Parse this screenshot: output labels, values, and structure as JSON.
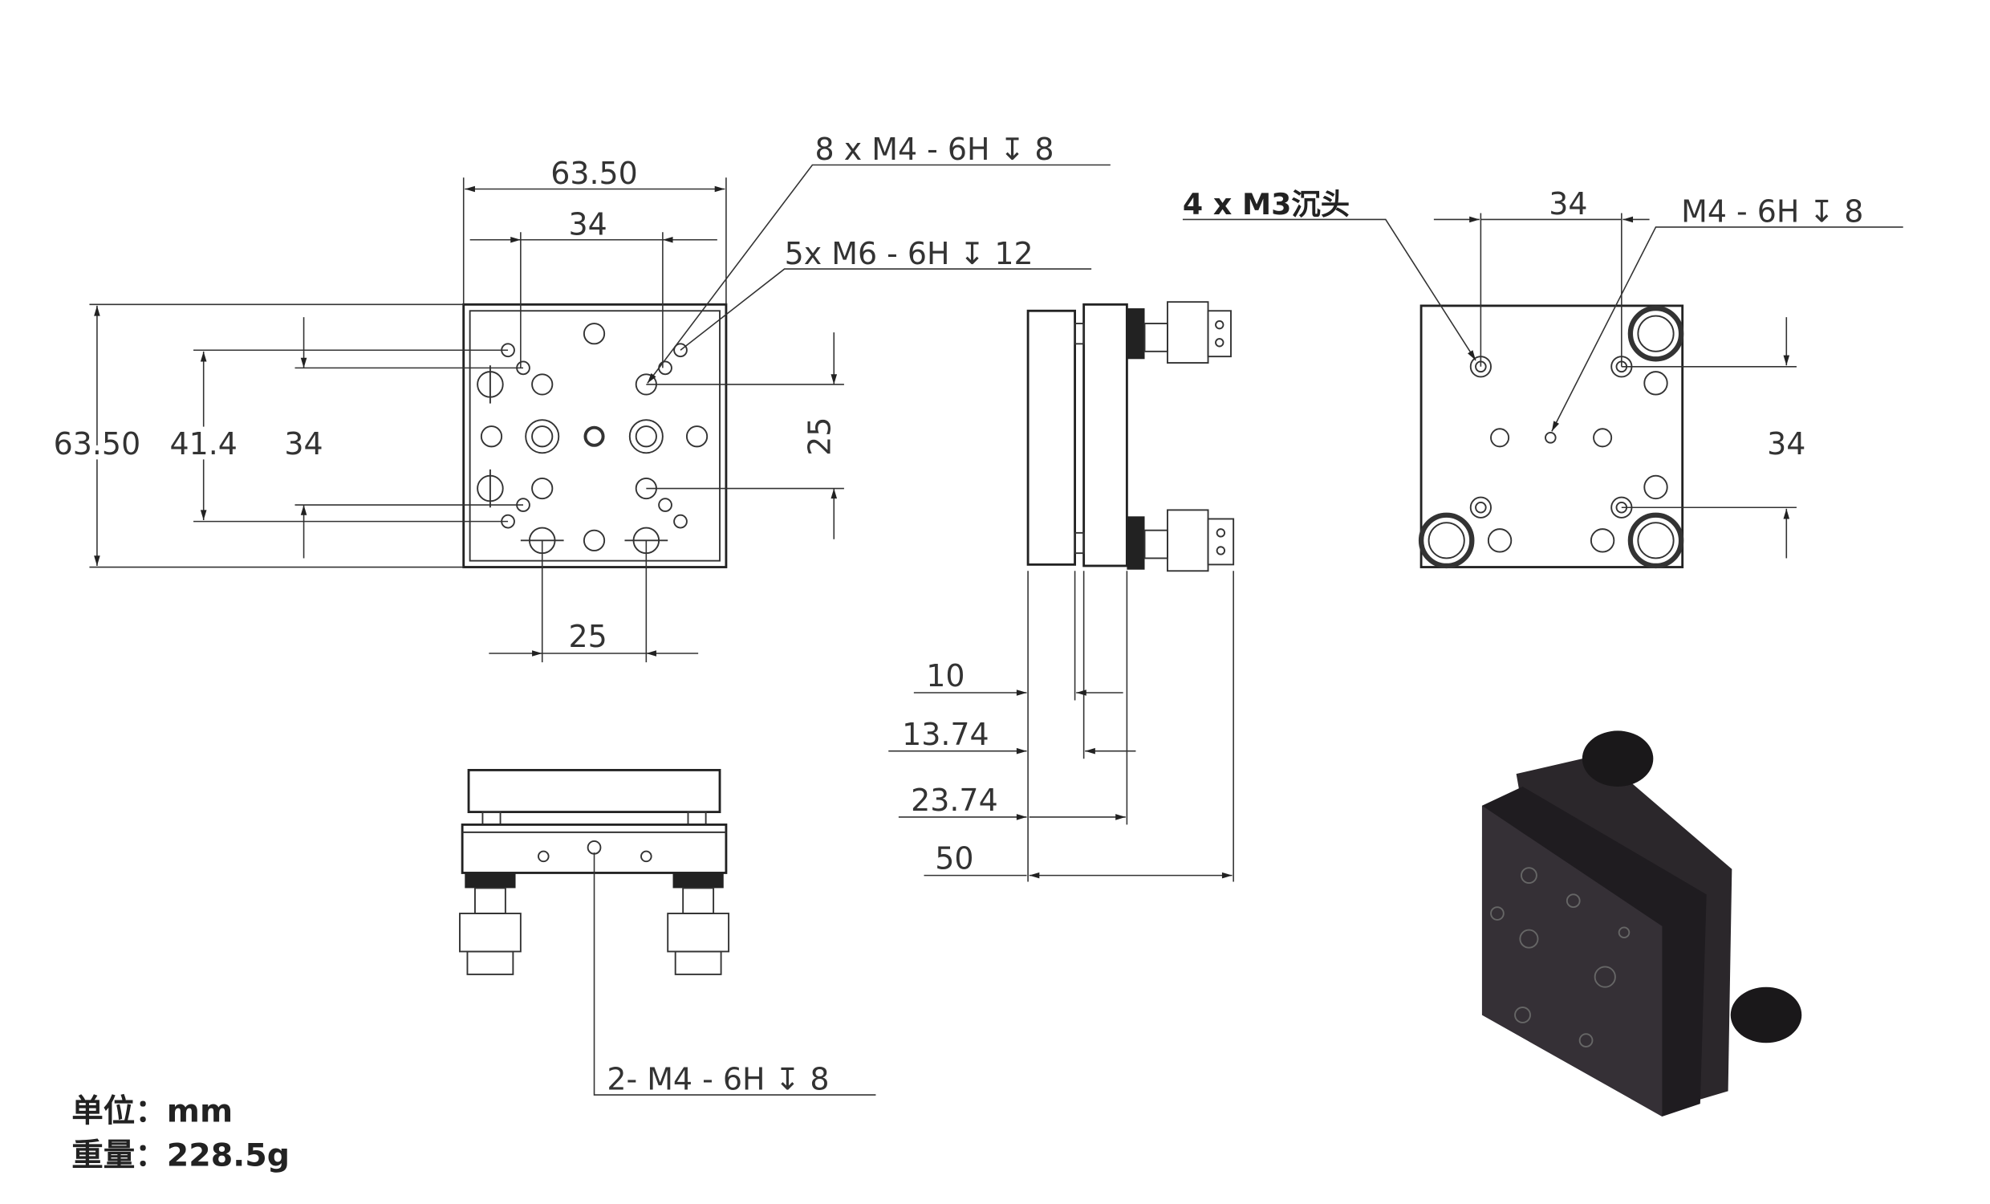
{
  "top_view": {
    "width_label": "63.50",
    "inner_width_label": "34",
    "callout_m4": "8 x  M4 - 6H ↧ 8",
    "callout_m6": "5x  M6 - 6H ↧ 12",
    "height_label": "63.50",
    "dim_41": "41.4",
    "dim_34": "34",
    "dim_25_vertical": "25",
    "dim_25_horizontal": "25"
  },
  "side_view": {
    "dim_10": "10",
    "dim_13": "13.74",
    "dim_23": "23.74",
    "dim_50": "50"
  },
  "bottom_view": {
    "callout_m3": "4 x M3沉头",
    "callout_m4": "M4 - 6H ↧ 8",
    "dim_34_top": "34",
    "dim_34_right": "34"
  },
  "front_view": {
    "callout": "2- M4 - 6H ↧ 8"
  },
  "specs": {
    "unit": "单位：mm",
    "weight": "重量：228.5g"
  }
}
